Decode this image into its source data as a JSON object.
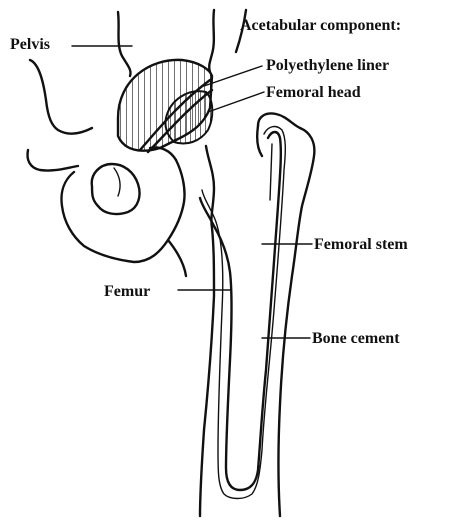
{
  "labels": {
    "pelvis": "Pelvis",
    "acetabular_component": "Acetabular component:",
    "polyethylene_liner": "Polyethylene liner",
    "femoral_head": "Femoral head",
    "femoral_stem": "Femoral stem",
    "femur": "Femur",
    "bone_cement": "Bone cement"
  },
  "colors": {
    "ink": "#111111",
    "background": "#ffffff"
  }
}
